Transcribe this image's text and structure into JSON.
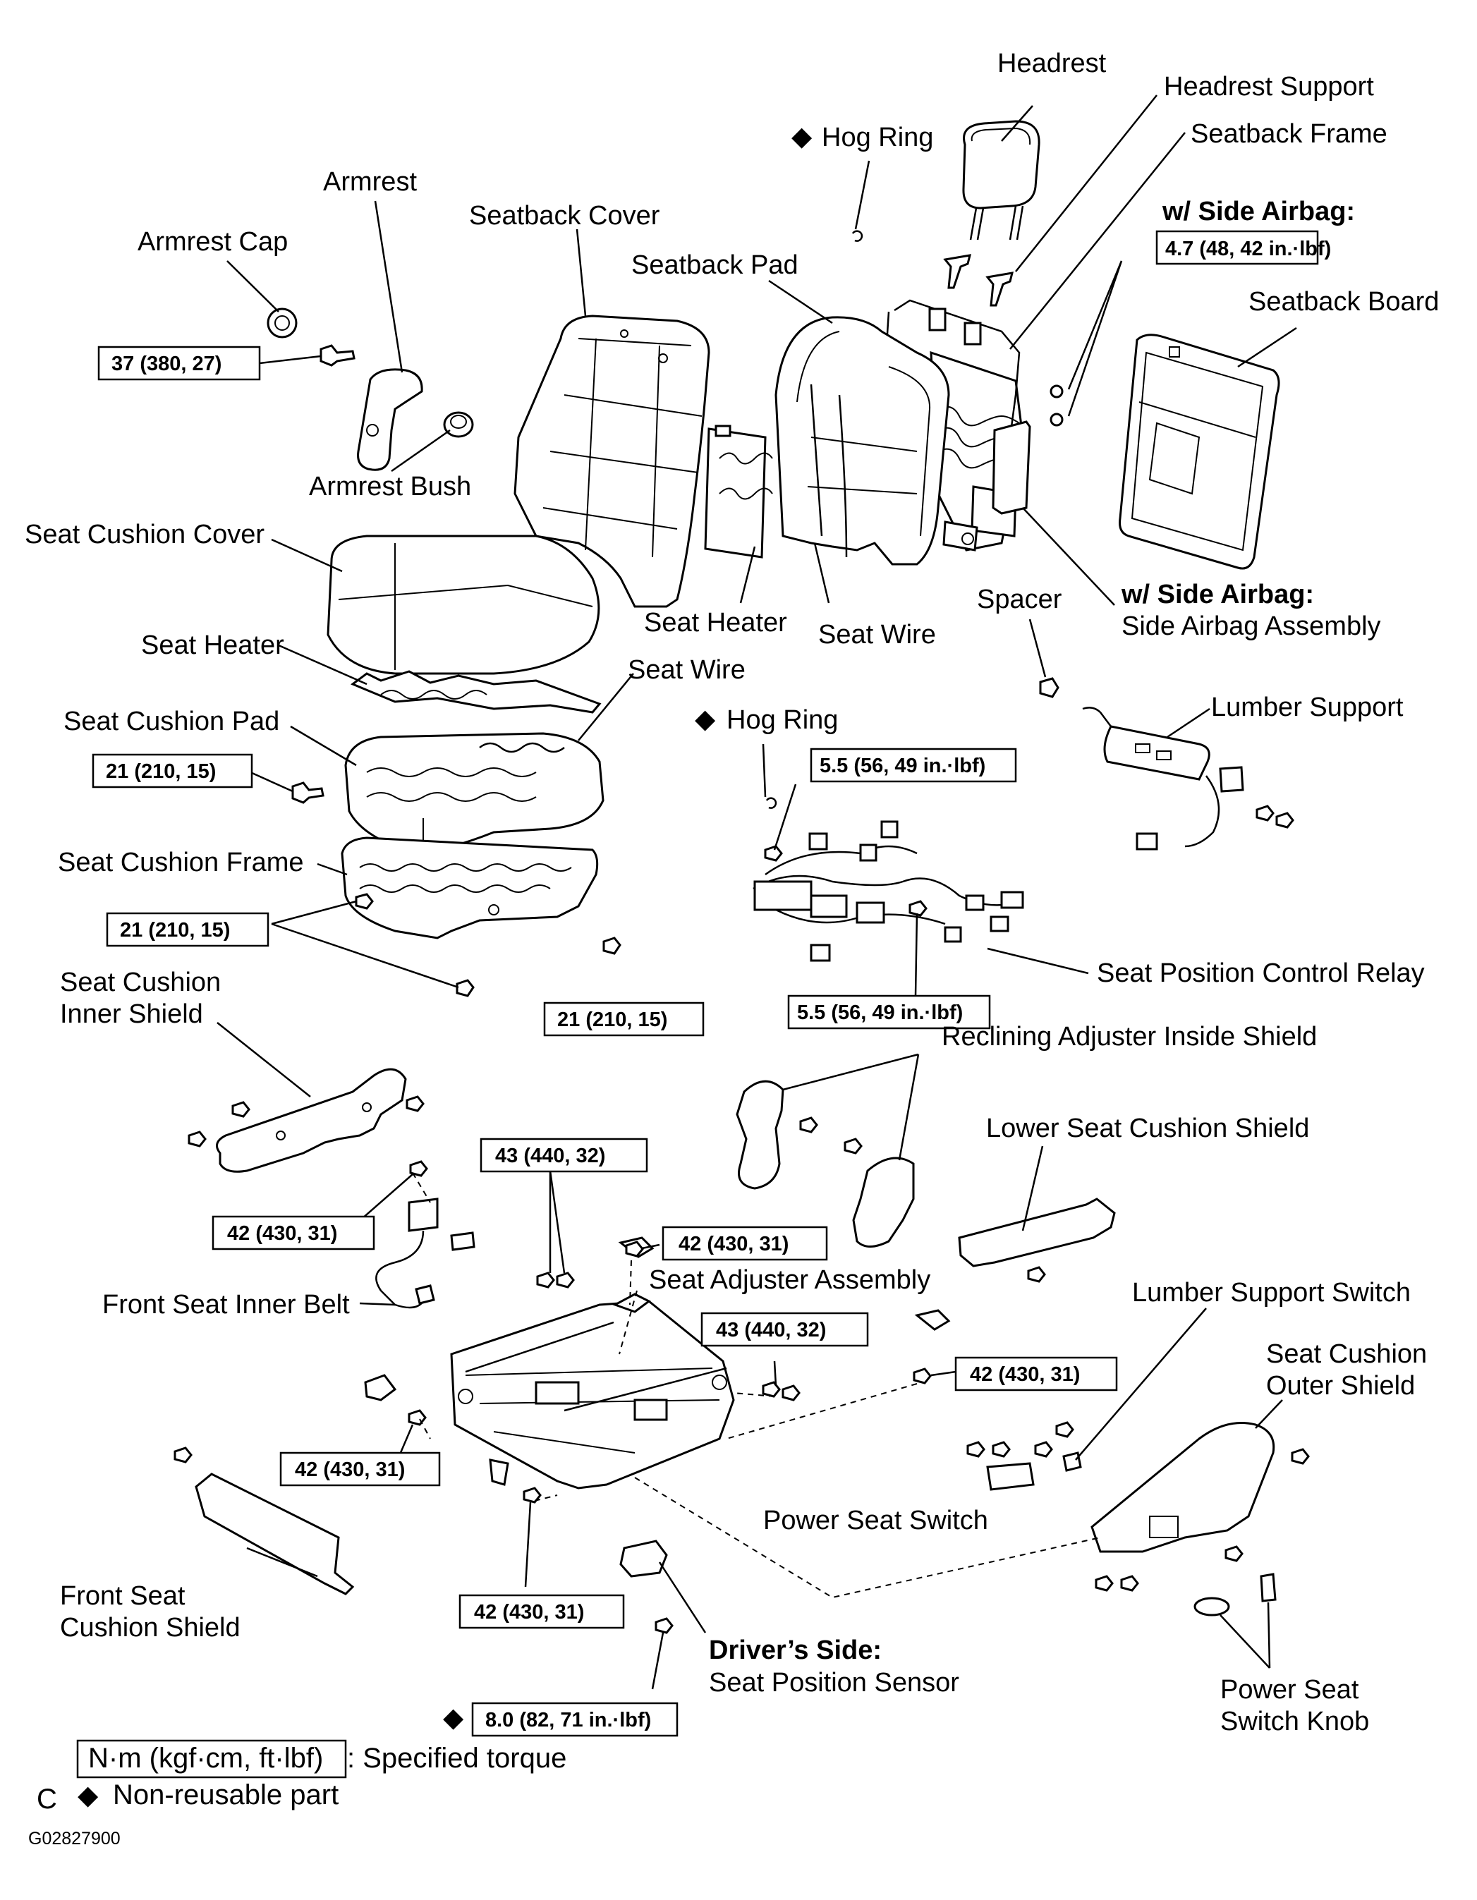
{
  "labels": {
    "headrest": "Headrest",
    "headrest_support": "Headrest Support",
    "seatback_frame": "Seatback Frame",
    "hog_ring_top": "Hog Ring",
    "armrest": "Armrest",
    "seatback_cover": "Seatback Cover",
    "side_airbag_heading_top": "w/ Side Airbag:",
    "armrest_cap": "Armrest Cap",
    "seatback_pad": "Seatback Pad",
    "seatback_board": "Seatback Board",
    "armrest_bush": "Armrest Bush",
    "seat_cushion_cover": "Seat Cushion Cover",
    "seat_heater_back": "Seat Heater",
    "seat_wire_back": "Seat Wire",
    "spacer": "Spacer",
    "side_airbag_heading": "w/ Side Airbag:",
    "side_airbag_assembly": "Side Airbag Assembly",
    "seat_heater_cushion": "Seat Heater",
    "seat_wire_cushion": "Seat Wire",
    "lumber_support": "Lumber Support",
    "seat_cushion_pad": "Seat Cushion Pad",
    "hog_ring_mid": "Hog Ring",
    "seat_cushion_frame": "Seat Cushion Frame",
    "seat_position_control_relay": "Seat Position Control Relay",
    "seat_cushion_inner_shield_1": "Seat Cushion",
    "seat_cushion_inner_shield_2": "Inner Shield",
    "reclining_adjuster_inside_shield": "Reclining Adjuster Inside Shield",
    "lower_seat_cushion_shield": "Lower Seat Cushion Shield",
    "seat_adjuster_assembly": "Seat Adjuster Assembly",
    "front_seat_inner_belt": "Front Seat Inner Belt",
    "lumber_support_switch": "Lumber Support Switch",
    "seat_cushion_outer_shield_1": "Seat Cushion",
    "seat_cushion_outer_shield_2": "Outer Shield",
    "power_seat_switch": "Power Seat Switch",
    "front_seat_cushion_shield_1": "Front Seat",
    "front_seat_cushion_shield_2": "Cushion Shield",
    "drivers_side_heading": "Driver’s Side:",
    "seat_position_sensor": "Seat Position Sensor",
    "power_seat_switch_knob_1": "Power Seat",
    "power_seat_switch_knob_2": "Switch Knob"
  },
  "torques": {
    "side_airbag_bolt": "4.7 (48, 42 in.·lbf)",
    "armrest": "37 (380, 27)",
    "cushion_pad": "21 (210, 15)",
    "relay_top": "5.5 (56, 49 in.·lbf)",
    "cushion_frame": "21 (210, 15)",
    "cushion_frame_right": "21 (210, 15)",
    "relay_bottom": "5.5 (56, 49 in.·lbf)",
    "adjuster_top": "43 (440, 32)",
    "inner_belt": "42 (430, 31)",
    "adjuster_mid": "42 (430, 31)",
    "adjuster_right": "43 (440, 32)",
    "adjuster_far_right": "42 (430, 31)",
    "adjuster_left": "42 (430, 31)",
    "adjuster_bottom": "42 (430, 31)",
    "seat_position_sensor": "8.0 (82, 71 in.·lbf)"
  },
  "legend": {
    "torque_unit": "N·m (kgf·cm, ft·lbf)",
    "torque_desc": ": Specified torque",
    "non_reusable_symbol": "◆",
    "non_reusable_desc": "Non-reusable part",
    "hog_ring_symbol": "◆",
    "sensor_symbol": "◆"
  },
  "footer": {
    "corner_mark": "C",
    "figure_id": "G02827900"
  }
}
